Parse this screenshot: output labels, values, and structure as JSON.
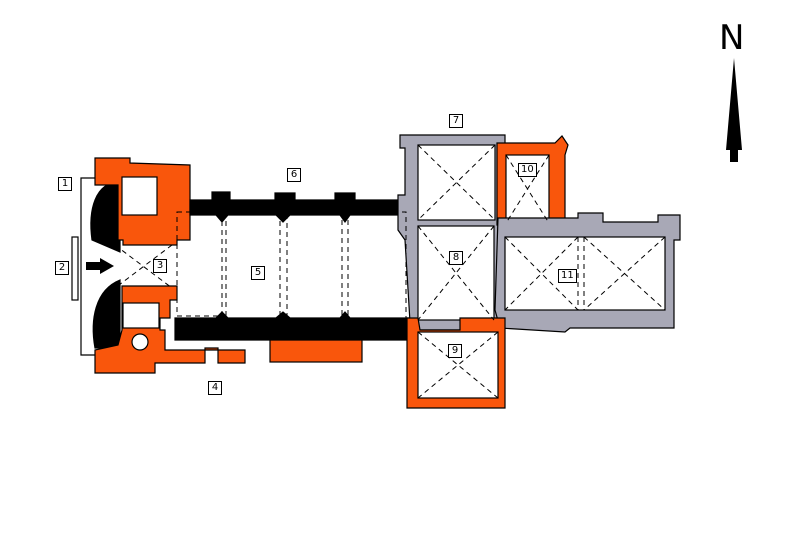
{
  "title": "Church floor plan",
  "compass": {
    "label": "N"
  },
  "labels": [
    "1",
    "2",
    "3",
    "4",
    "5",
    "6",
    "7",
    "8",
    "9",
    "10",
    "11"
  ],
  "colors": {
    "orange": "#f9560c",
    "gray": "#a8a8b6",
    "black": "#000000",
    "dashed": "#000000"
  }
}
